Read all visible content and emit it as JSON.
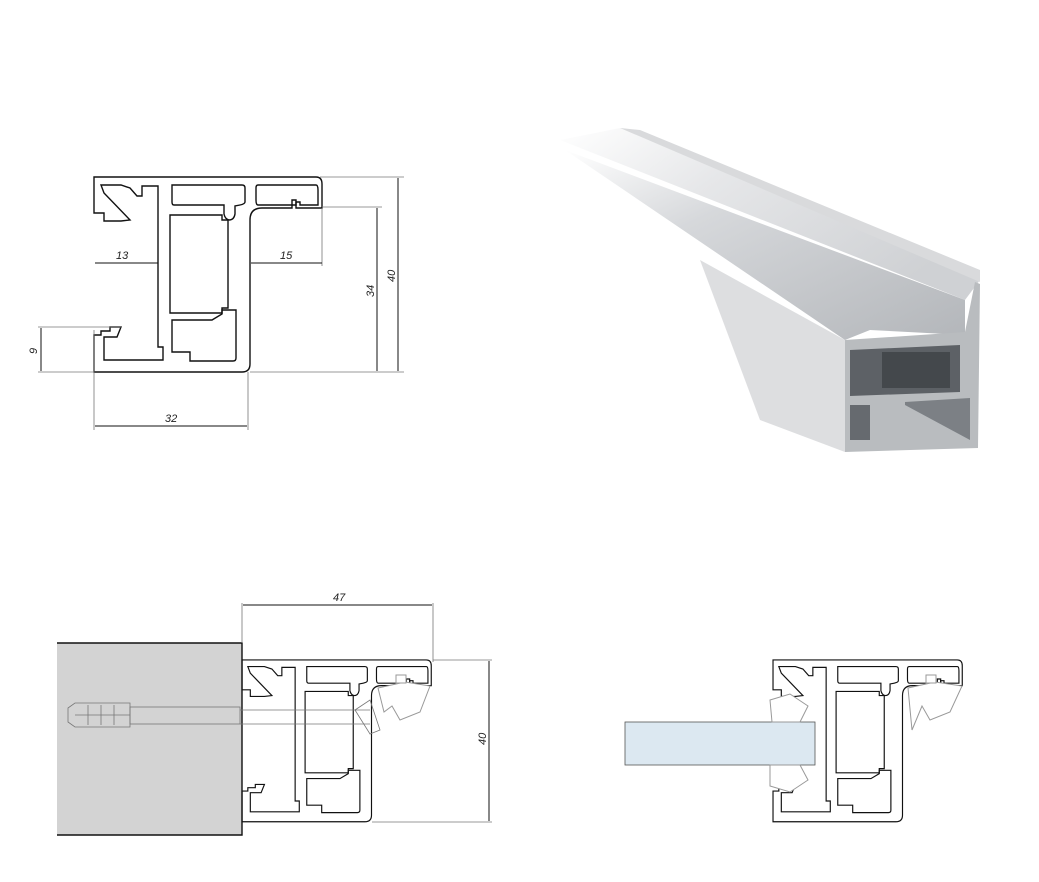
{
  "drawings": {
    "profile_section": {
      "dims": {
        "left_slot": "13",
        "right_slot": "15",
        "inner_height": "34",
        "total_height": "40",
        "bottom_slot": "9",
        "width": "32"
      }
    },
    "wall_mount_section": {
      "dims": {
        "overall_width": "47",
        "height": "40"
      }
    },
    "glass_mount_section": {}
  },
  "colors": {
    "wall": "#d3d3d3",
    "glass": "#dce8f1",
    "line": "#111111",
    "aluminium": "#c4c6c9"
  }
}
